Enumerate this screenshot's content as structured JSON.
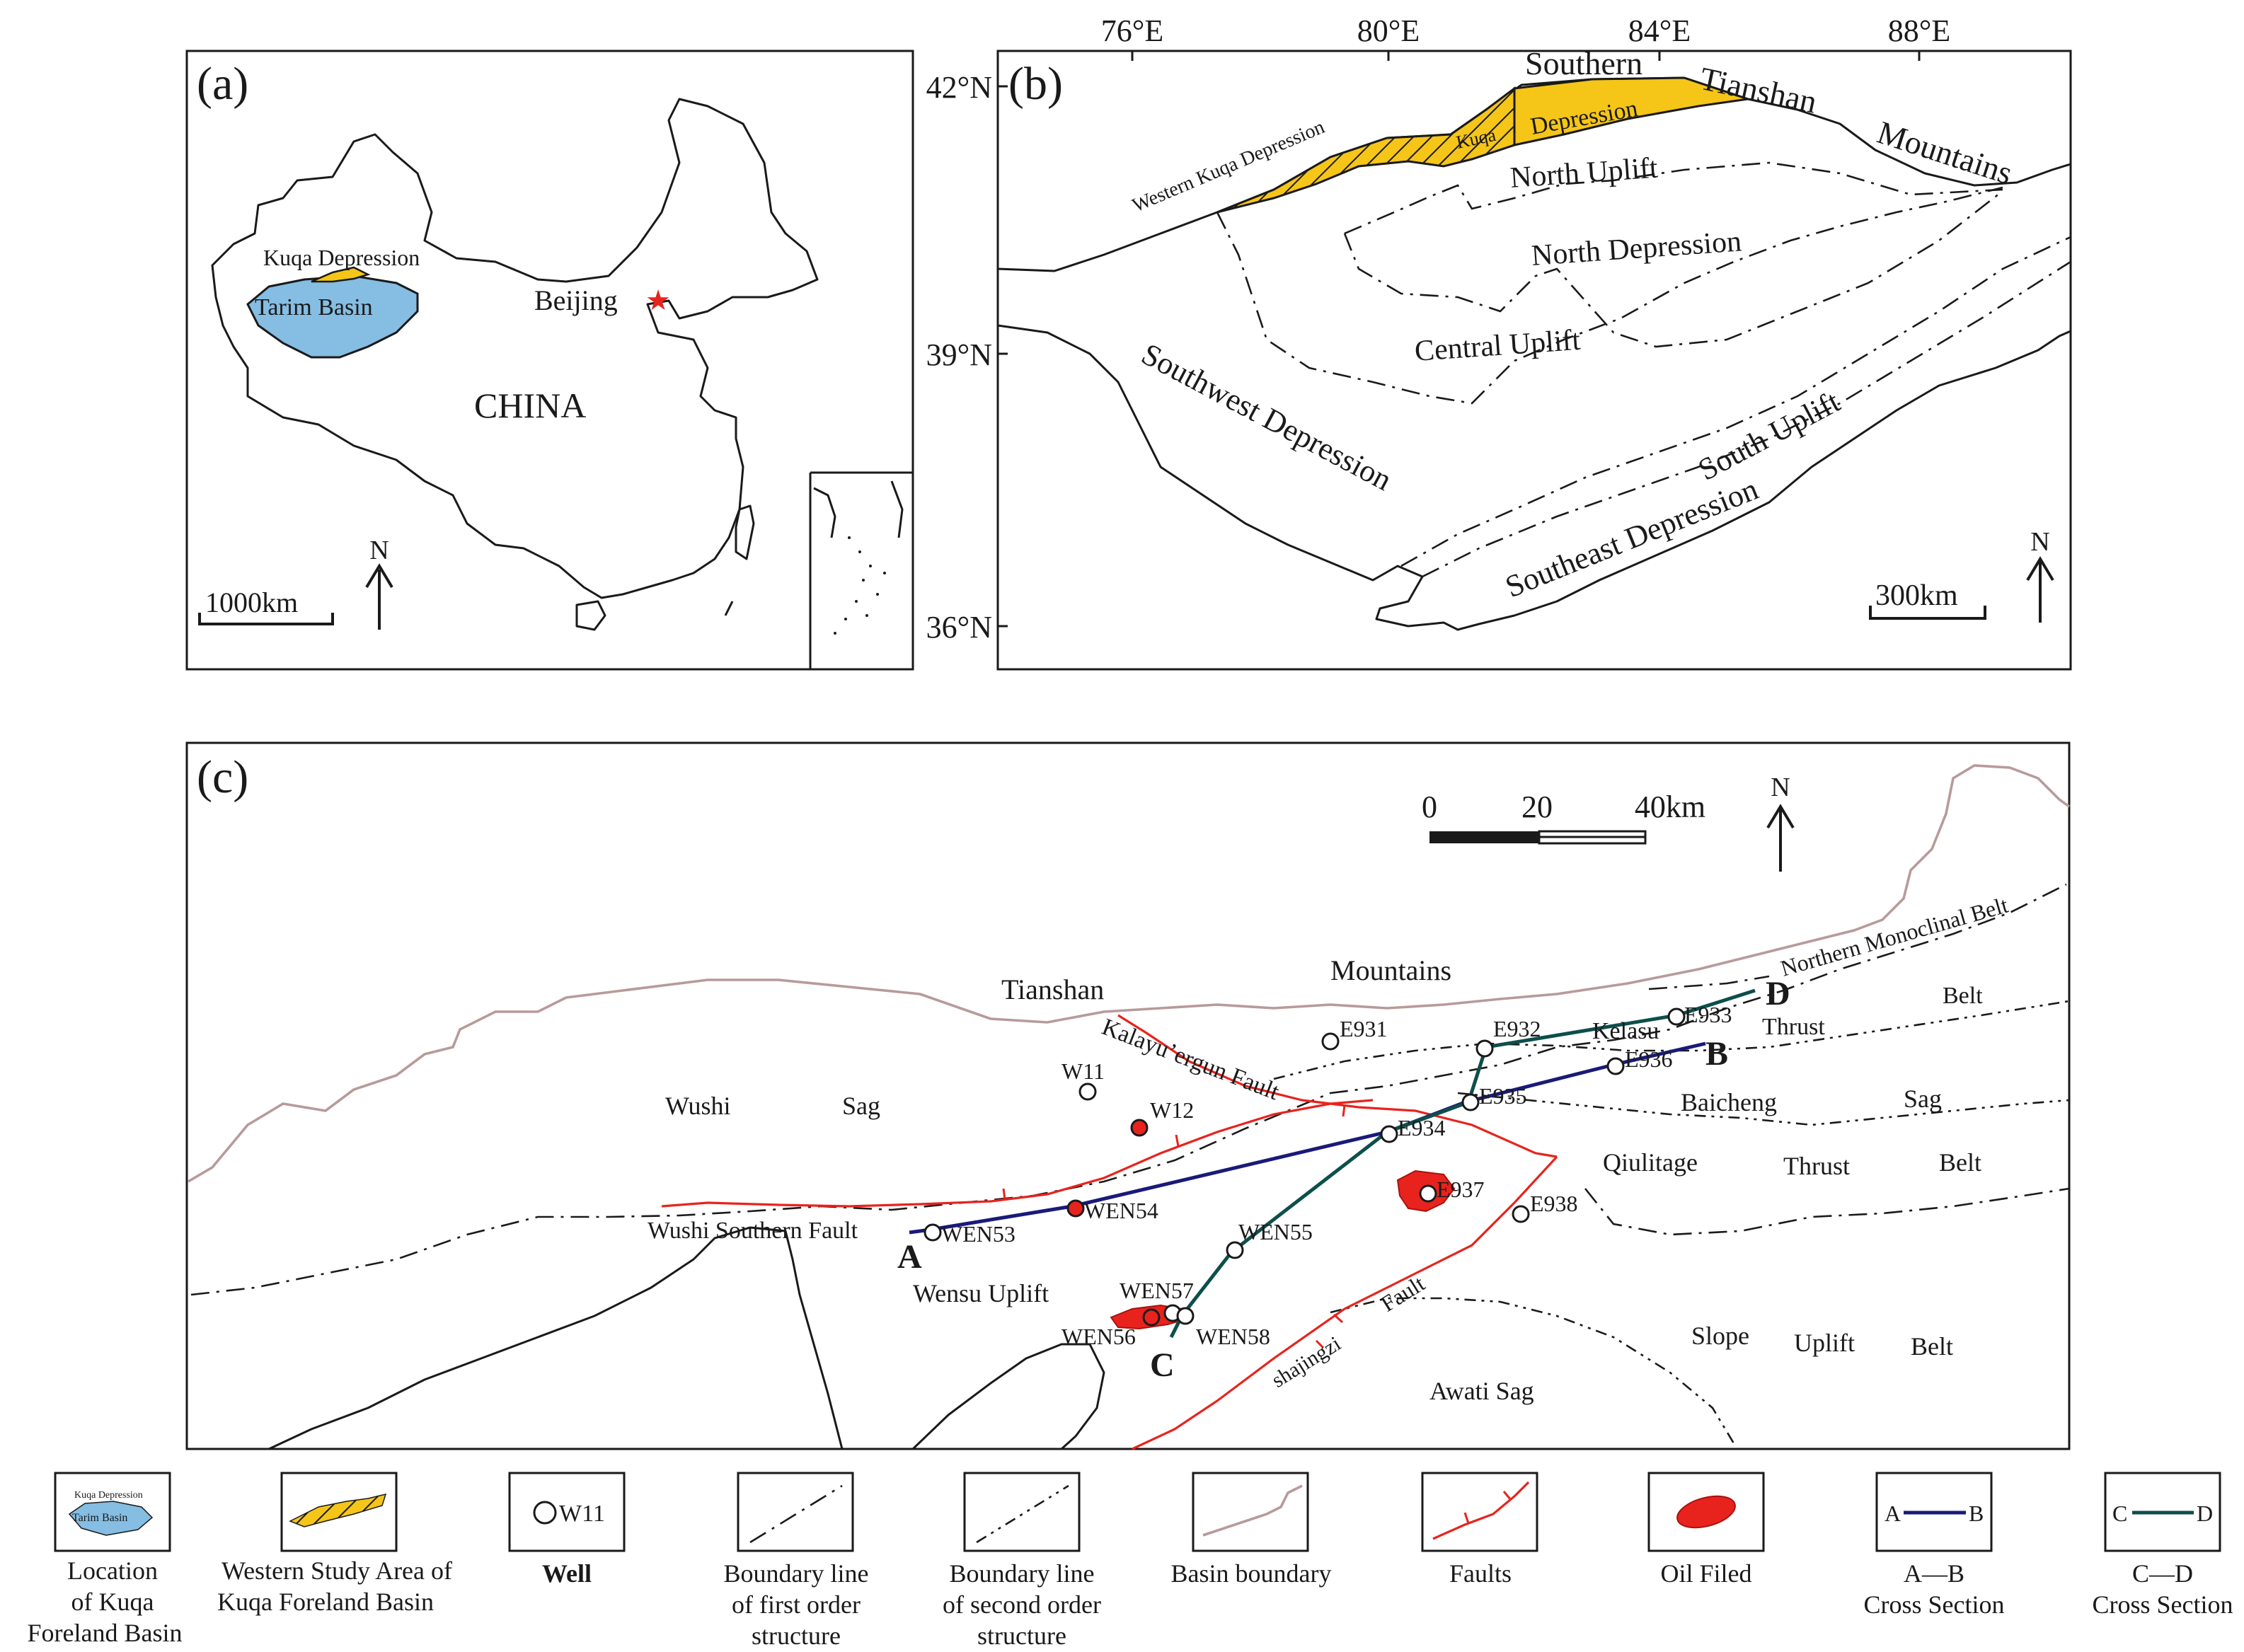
{
  "panel_a": {
    "letter": "(a)",
    "kuqa_label": "Kuqa Depression",
    "tarim_label": "Tarim Basin",
    "beijing_label": "Beijing",
    "china_label": "CHINA",
    "north_label": "N",
    "scale_label": "1000km",
    "colors": {
      "tarim": "#85bde3",
      "kuqa": "#f5c518",
      "star": "#e8231d"
    }
  },
  "panel_b": {
    "letter": "(b)",
    "lon_ticks": [
      "76°E",
      "80°E",
      "84°E",
      "88°E"
    ],
    "lat_ticks": [
      "42°N",
      "39°N",
      "36°N"
    ],
    "labels": {
      "southern": "Southern",
      "tianshan": "Tianshan",
      "mountains": "Mountains",
      "western_kuqa": "Western Kuqa Depression",
      "kuqa": "Kuqa",
      "depression": "Depression",
      "north_uplift": "North Uplift",
      "north_depression": "North Depression",
      "central_uplift": "Central Uplift",
      "southwest_depression": "Southwest Depression",
      "south_uplift": "South Uplift",
      "southeast_depression": "Southeast Depression"
    },
    "north_label": "N",
    "scale_label": "300km"
  },
  "panel_c": {
    "letter": "(c)",
    "scale_ticks": [
      "0",
      "20",
      "40km"
    ],
    "north_label": "N",
    "region_labels": {
      "tianshan": "Tianshan",
      "mountains": "Mountains",
      "northern_monoclinal_belt": "Northern Monoclinal Belt",
      "kelasu": "Kelasu",
      "thrust": "Thrust",
      "belt": "Belt",
      "wushi": "Wushi",
      "sag": "Sag",
      "baicheng": "Baicheng",
      "baicheng_sag": "Sag",
      "qiulitage": "Qiulitage",
      "qiulitage_thrust": "Thrust",
      "qiulitage_belt": "Belt",
      "kalayu_fault": "Kalayu’ergun Fault",
      "wushi_southern_fault": "Wushi Southern Fault",
      "wensu_uplift": "Wensu Uplift",
      "shajingzi": "shajingzi",
      "fault": "Fault",
      "slope": "Slope",
      "uplift": "Uplift",
      "slope_belt": "Belt",
      "awati_sag": "Awati Sag"
    },
    "section_letters": {
      "a": "A",
      "b": "B",
      "c": "C",
      "d": "D"
    },
    "wells": [
      "E931",
      "E932",
      "E933",
      "E936",
      "E935",
      "E934",
      "E937",
      "E938",
      "W11",
      "W12",
      "WEN53",
      "WEN54",
      "WEN55",
      "WEN57",
      "WEN56",
      "WEN58"
    ]
  },
  "legend": [
    {
      "name": "location",
      "lines": [
        "Location",
        "of Kuqa",
        "Foreland Basin"
      ],
      "bold": false,
      "mini_kuqa": "Kuqa Depression",
      "mini_tarim": "Tarim Basin"
    },
    {
      "name": "western-study-area",
      "lines": [
        "Western Study Area of",
        "Kuqa Foreland Basin"
      ],
      "bold": false
    },
    {
      "name": "well",
      "lines": [
        "Well"
      ],
      "bold": true,
      "sample": "W11"
    },
    {
      "name": "first-order-boundary",
      "lines": [
        "Boundary line",
        "of first order",
        "structure"
      ],
      "bold": false
    },
    {
      "name": "second-order-boundary",
      "lines": [
        "Boundary line",
        "of second order",
        "structure"
      ],
      "bold": false
    },
    {
      "name": "basin-boundary",
      "lines": [
        "Basin boundary"
      ],
      "bold": false
    },
    {
      "name": "faults",
      "lines": [
        "Faults"
      ],
      "bold": false
    },
    {
      "name": "oil-field",
      "lines": [
        "Oil Filed"
      ],
      "bold": false
    },
    {
      "name": "ab-section",
      "lines": [
        "A—B",
        "Cross Section"
      ],
      "bold": false,
      "from": "A",
      "to": "B"
    },
    {
      "name": "cd-section",
      "lines": [
        "C—D",
        "Cross Section"
      ],
      "bold": false,
      "from": "C",
      "to": "D"
    }
  ]
}
